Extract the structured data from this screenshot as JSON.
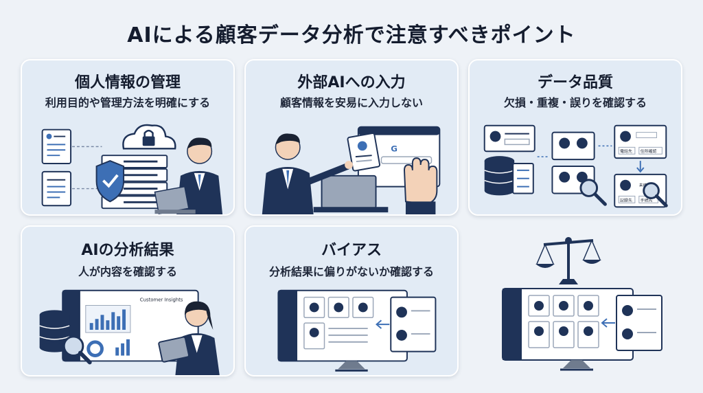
{
  "page": {
    "title": "AIによる顧客データ分析で注意すべきポイント"
  },
  "cards": [
    {
      "title": "個人情報の管理",
      "subtitle": "利用目的や管理方法を明確にする",
      "icons": [
        "document-icon",
        "cloud-lock-icon",
        "server-icon",
        "shield-check-icon",
        "businessman-laptop"
      ]
    },
    {
      "title": "外部AIへの入力",
      "subtitle": "顧客情報を安易に入力しない",
      "icons": [
        "businessman-computer",
        "profile-document-icon",
        "browser-window-icon",
        "stop-hand-icon"
      ]
    },
    {
      "title": "データ品質",
      "subtitle": "欠損・重複・誤りを確認する",
      "icons": [
        "profile-card-icon",
        "database-icon",
        "checklist-icon",
        "magnifier-icon"
      ],
      "labels": [
        "電話先",
        "住所確認",
        "未確認",
        "記録先",
        "手続先"
      ]
    },
    {
      "title": "AIの分析結果",
      "subtitle": "人が内容を確認する",
      "icons": [
        "database-icon",
        "magnifier-icon",
        "dashboard-icon",
        "businesswoman-tablet"
      ],
      "dashboard_label": "Customer Insights"
    },
    {
      "title": "バイアス",
      "subtitle": "分析結果に偏りがないか確認する",
      "icons": [
        "monitor-icon",
        "profile-grid-icon",
        "arrow-left-icon"
      ]
    },
    {
      "title": "",
      "subtitle": "",
      "icons": [
        "balance-scale-icon",
        "monitor-icon",
        "profile-grid-icon",
        "arrow-left-icon"
      ]
    }
  ],
  "colors": {
    "navy": "#1f3358",
    "card_bg": "#e2ebf5",
    "accent_blue": "#3d6fb5"
  }
}
